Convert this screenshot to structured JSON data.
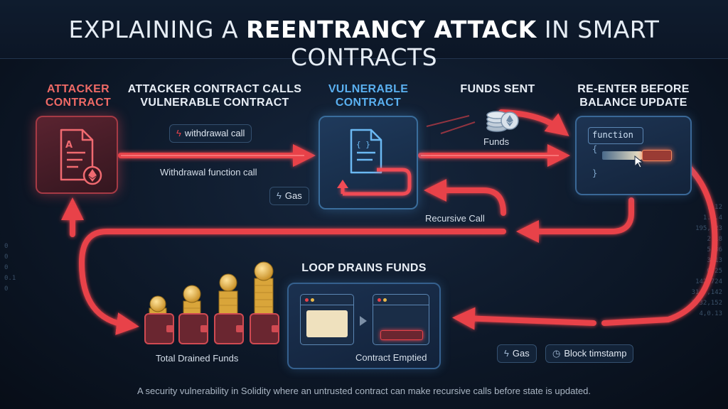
{
  "title": {
    "prefix": "EXPLAINING A ",
    "emphasis": "REENTRANCY ATTACK",
    "suffix": " IN SMART CONTRACTS"
  },
  "steps": {
    "attacker": {
      "line1": "ATTACKER",
      "line2": "CONTRACT"
    },
    "calls": {
      "line1": "ATTACKER CONTRACT CALLS",
      "line2": "VULNERABLE CONTRACT"
    },
    "vulnerable": {
      "line1": "VULNERABLE",
      "line2": "CONTRACT"
    },
    "funds_sent": {
      "line1": "FUNDS SENT"
    },
    "reenter": {
      "line1": "RE-ENTER BEFORE",
      "line2": "BALANCE UPDATE"
    },
    "loop": {
      "line1": "LOOP DRAINS FUNDS"
    }
  },
  "labels": {
    "withdrawal_call": "withdrawal call",
    "withdrawal_function_call": "Withdrawal function call",
    "gas_top": "Gas",
    "funds": "Funds",
    "recursive_call": "Recursive Call",
    "total_drained": "Total Drained Funds",
    "contract_emptied": "Contract Emptied",
    "gas_bottom": "Gas",
    "block_timestamp": "Block timstamp"
  },
  "code": {
    "keyword": "function",
    "open_brace": "{",
    "close_brace": "}"
  },
  "icons": {
    "attacker": "document-ethereum-icon",
    "vulnerable": "code-document-icon",
    "loop_arrow": "recursive-loop-icon",
    "lightning": "lightning-icon",
    "clock": "clock-icon",
    "coins": "coin-stack-icon",
    "wallet": "wallet-icon"
  },
  "colors": {
    "attack_red": "#e8424a",
    "contract_blue": "#5ab0f0",
    "coin_gold": "#e9b94a"
  },
  "background_numbers_right": [
    "7.12",
    "1.3.4",
    "195,123",
    "2.18",
    "5,36",
    "3.13",
    "0.25",
    "142,724",
    "3147,142",
    "3.32,152",
    "4,0.13"
  ],
  "background_numbers_left": [
    "0",
    "0",
    "0",
    "0.1",
    "0"
  ],
  "footer": "A security vulnerability in Solidity where an untrusted contract can make recursive calls before state is updated."
}
